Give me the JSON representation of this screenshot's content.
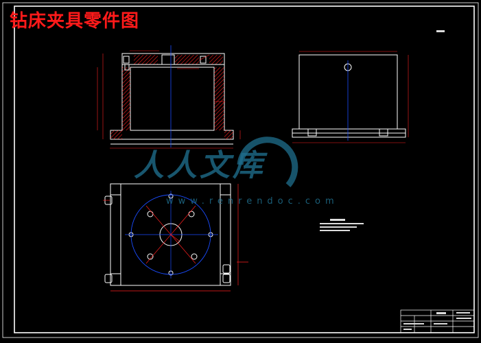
{
  "drawing": {
    "title": "钻床夹具零件图",
    "watermark_brand": "人人文库",
    "watermark_url": "www.renrendoc.com"
  },
  "colors": {
    "background": "#000000",
    "frame": "#ffffff",
    "title": "#ff1a1a",
    "hatch": "#ff0000",
    "dimension": "#ff0000",
    "centerline": "#1a4cff",
    "watermark": "#1f6f8e"
  }
}
